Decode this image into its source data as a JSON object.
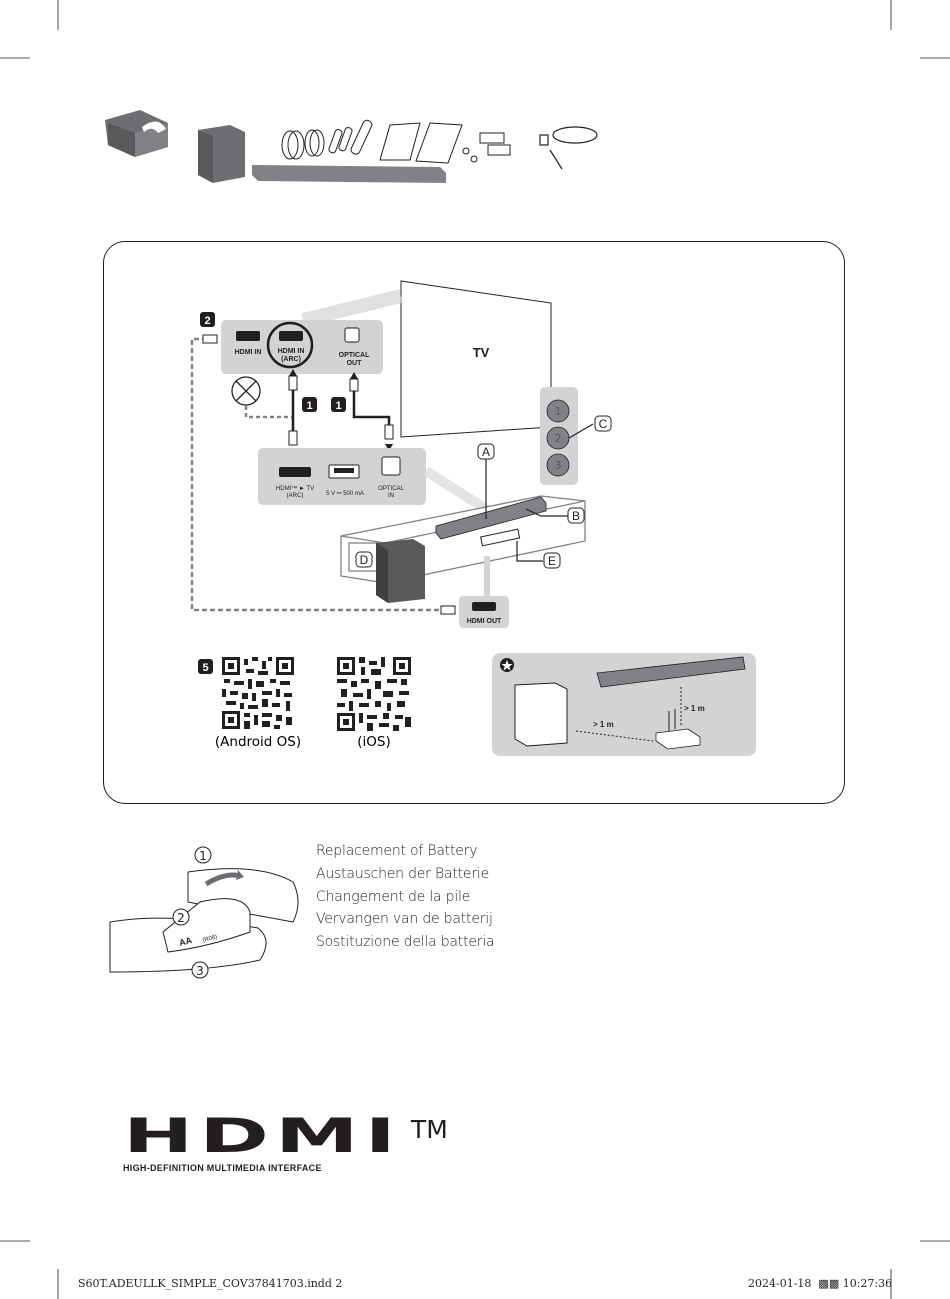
{
  "diagram": {
    "tv_label": "TV",
    "tv_ports": {
      "hdmi_in": "HDMI IN",
      "hdmi_in_arc_line1": "HDMI IN",
      "hdmi_in_arc_line2": "(ARC)",
      "optical_out_line1": "OPTICAL",
      "optical_out_line2": "OUT"
    },
    "soundbar_ports": {
      "hdmi_tv_line1": "HDMI™ ► TV",
      "hdmi_tv_line2": "(ARC)",
      "usb_label": "5 V ⎓ 500 mA",
      "optical_in_line1": "OPTICAL",
      "optical_in_line2": "IN"
    },
    "hdmi_out": "HDMI OUT",
    "step_2": "2",
    "step_1a": "1",
    "step_1b": "1",
    "step_5": "5",
    "callouts": {
      "a": "A",
      "b": "B",
      "c": "C",
      "d": "D",
      "e": "E"
    },
    "buttons": [
      "1",
      "2",
      "3"
    ],
    "qr": {
      "android_caption": "(Android OS)",
      "ios_caption": "(iOS)"
    },
    "placement": {
      "distance_1": "> 1 m",
      "distance_2": "> 1 m"
    }
  },
  "battery": {
    "steps": [
      "1",
      "2",
      "3"
    ],
    "battery_label": "AA",
    "battery_sub": "(R06)",
    "lines": [
      "Replacement of Battery",
      "Austauschen der Batterie",
      "Changement de la pile",
      "Vervangen van de batterij",
      "Sostituzione della batteria"
    ]
  },
  "hdmi_logo": {
    "wordmark": "HDMI",
    "tm": "TM",
    "tagline": "HIGH-DEFINITION MULTIMEDIA INTERFACE"
  },
  "footer": {
    "file": "S60T.ADEULLK_SIMPLE_COV37841703.indd   2",
    "date": "2024-01-18",
    "time_glyph": "▩▩",
    "time": "10:27:36"
  }
}
